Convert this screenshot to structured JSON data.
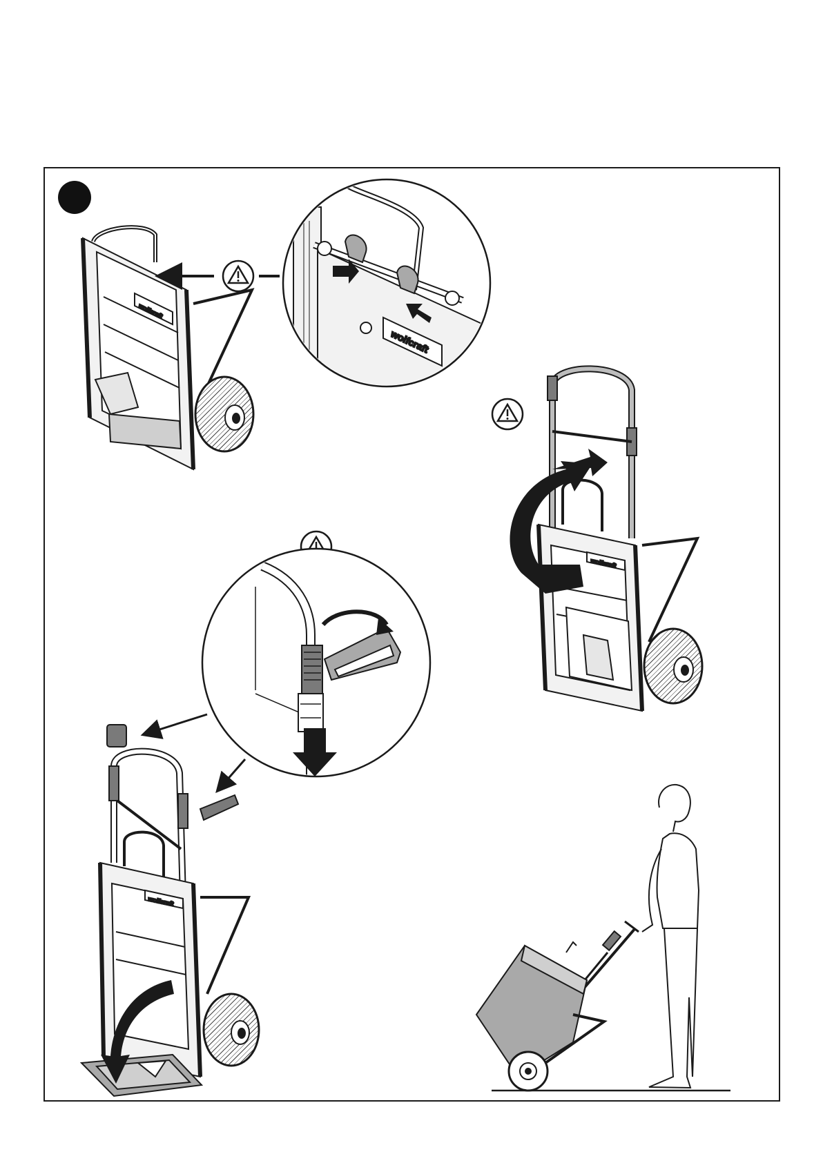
{
  "page": {
    "brand_label": "wolfcraft",
    "step_marker": ""
  },
  "panels": [
    {
      "name": "folded-trolley-with-zoom",
      "icons": [
        "warning-icon",
        "press-arrow-icon"
      ]
    },
    {
      "name": "unfold-handle",
      "icons": [
        "warning-icon",
        "rotate-arrow-icon"
      ]
    },
    {
      "name": "extend-handle-and-lower-plate",
      "icons": [
        "warning-icon",
        "push-down-arrow-icon",
        "rotate-arrow-icon"
      ]
    },
    {
      "name": "person-pulling-trolley",
      "icons": []
    }
  ],
  "colors": {
    "line": "#1a1a1a",
    "fill_light": "#e6e6e6",
    "fill_grey": "#a9a9a9",
    "fill_dark": "#7a7a7a"
  }
}
